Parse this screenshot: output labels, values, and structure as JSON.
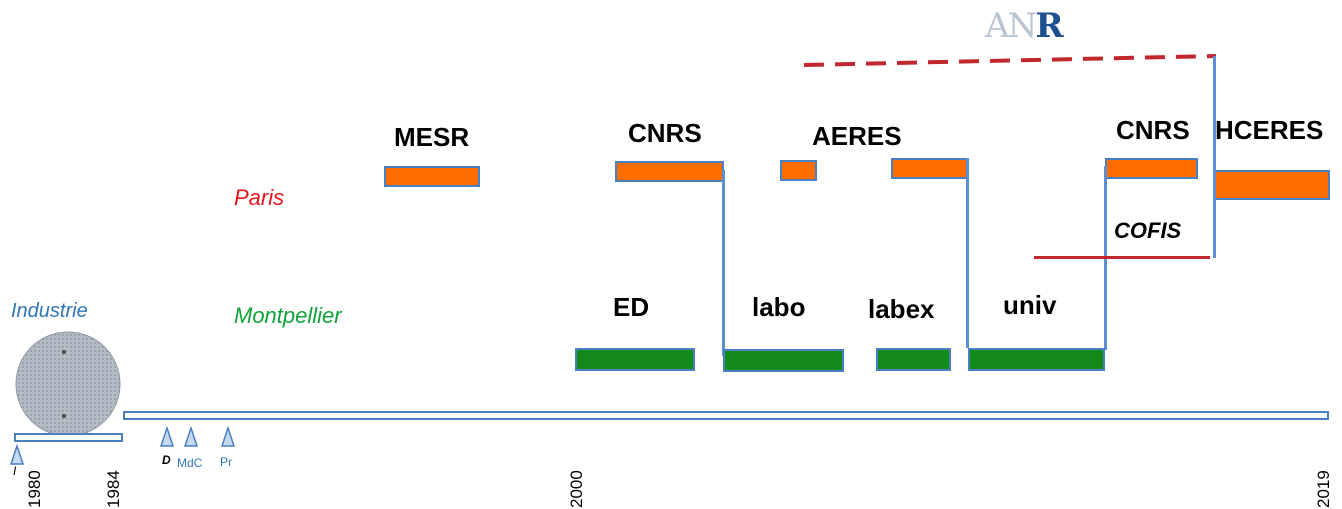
{
  "logo": {
    "a": "A",
    "n": "N",
    "r": "R"
  },
  "labels": {
    "paris": "Paris",
    "montpellier": "Montpellier",
    "industrie": "Industrie",
    "cofis": "COFIS"
  },
  "titles": {
    "mesr": "MESR",
    "cnrs1": "CNRS",
    "aeres": "AERES",
    "cnrs2": "CNRS",
    "hceres": "HCERES",
    "ed": "ED",
    "labo": "labo",
    "labex": "labex",
    "univ": "univ"
  },
  "markers": {
    "i": "I",
    "d": "D",
    "mdc": "MdC",
    "pr": "Pr"
  },
  "years": [
    "1980",
    "1984",
    "2000",
    "2019"
  ],
  "colors": {
    "paris": "#e8141b",
    "montpellier": "#10a33a",
    "orange": "#ff6d00",
    "green": "#138b1b",
    "blue": "#4a7fc1",
    "red_line": "#c0282d"
  }
}
